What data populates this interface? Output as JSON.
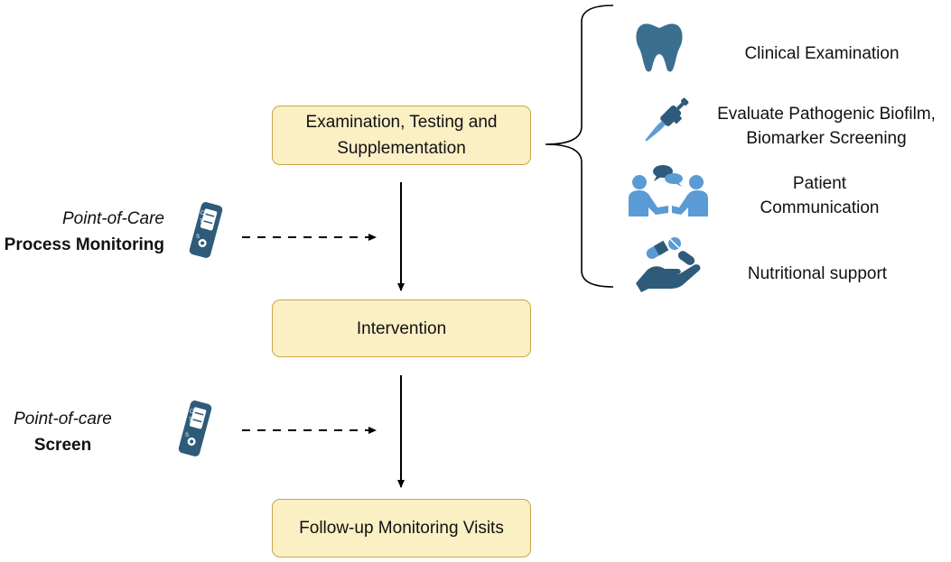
{
  "flow": {
    "step1": {
      "line1": "Examination, Testing and",
      "line2": "Supplementation"
    },
    "step2": {
      "label": "Intervention"
    },
    "step3": {
      "label": "Follow-up Monitoring Visits"
    }
  },
  "side": {
    "process": {
      "italic": "Point-of-Care",
      "bold": "Process Monitoring"
    },
    "screen": {
      "italic": "Point-of-care",
      "bold": "Screen"
    }
  },
  "components": [
    {
      "icon": "tooth-icon",
      "label": "Clinical Examination"
    },
    {
      "icon": "pipette-icon",
      "line1": "Evaluate Pathogenic Biofilm,",
      "line2": "Biomarker Screening"
    },
    {
      "icon": "communication-icon",
      "line1": "Patient",
      "line2": "Communication"
    },
    {
      "icon": "pills-hand-icon",
      "label": "Nutritional support"
    }
  ],
  "test_strip": {
    "letters": [
      "C",
      "T",
      "S"
    ]
  },
  "colors": {
    "box_fill": "#fbefc4",
    "box_border": "#c9a64a",
    "icon_dark": "#2e5b7a",
    "icon_light": "#5b9bd5"
  }
}
